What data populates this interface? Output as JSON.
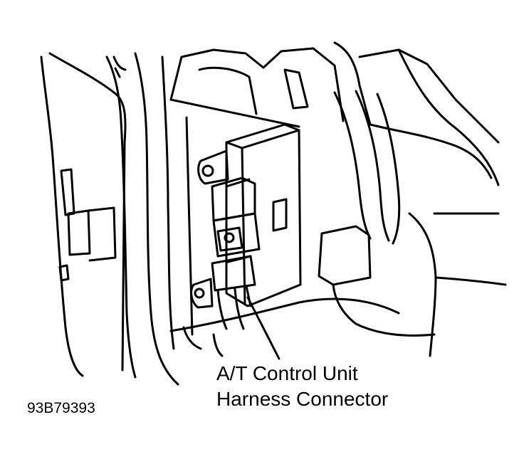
{
  "callout": {
    "line1": "A/T Control Unit",
    "line2": "Harness Connector"
  },
  "figure_id": "93B79393",
  "colors": {
    "ink": "#000000",
    "paper": "#ffffff"
  }
}
